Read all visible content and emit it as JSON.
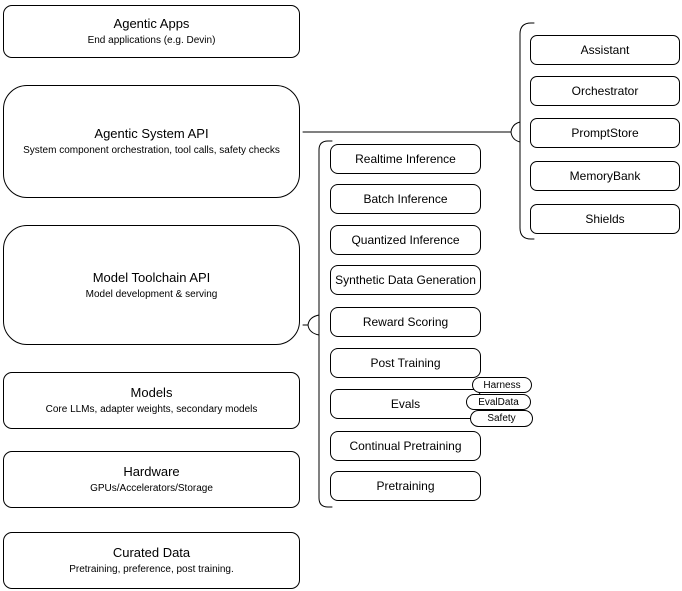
{
  "diagram": {
    "stack": [
      {
        "title": "Agentic Apps",
        "subtitle": "End applications (e.g. Devin)"
      },
      {
        "title": "Agentic System API",
        "subtitle": "System component orchestration, tool calls, safety checks"
      },
      {
        "title": "Model Toolchain API",
        "subtitle": "Model development & serving"
      },
      {
        "title": "Models",
        "subtitle": "Core LLMs, adapter weights, secondary models"
      },
      {
        "title": "Hardware",
        "subtitle": "GPUs/Accelerators/Storage"
      },
      {
        "title": "Curated Data",
        "subtitle": "Pretraining, preference, post training."
      }
    ],
    "toolchain_services": [
      "Realtime Inference",
      "Batch Inference",
      "Quantized Inference",
      "Synthetic Data Generation",
      "Reward Scoring",
      "Post Training",
      "Evals",
      "Continual Pretraining",
      "Pretraining"
    ],
    "eval_tags": [
      "Harness",
      "EvalData",
      "Safety"
    ],
    "system_components": [
      "Assistant",
      "Orchestrator",
      "PromptStore",
      "MemoryBank",
      "Shields"
    ],
    "colors": {
      "stroke": "#000000",
      "node_fill": "#ffffff",
      "background": "#ffffff"
    }
  }
}
